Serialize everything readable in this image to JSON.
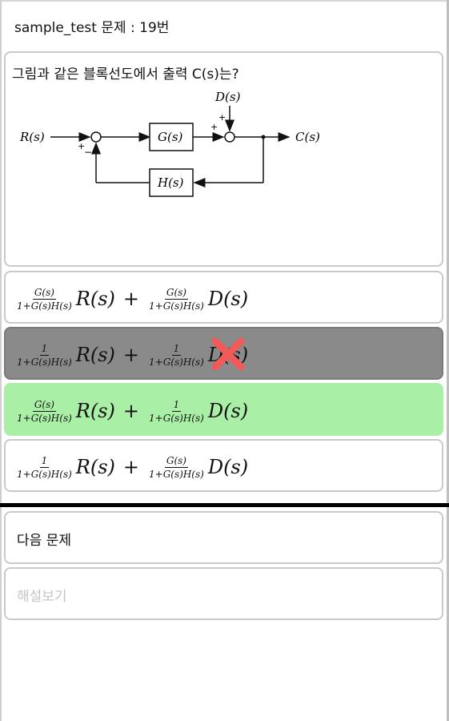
{
  "header": {
    "title": "sample_test 문제 : 19번"
  },
  "question": {
    "text": "그림과 같은 블록선도에서 출력 C(s)는?",
    "diagram": {
      "input_label": "R(s)",
      "output_label": "C(s)",
      "disturbance_label": "D(s)",
      "forward_block": "G(s)",
      "feedback_block": "H(s)",
      "sum1_plus": "+",
      "sum1_minus": "−",
      "sum2_plus_left": "+",
      "sum2_plus_top": "+"
    }
  },
  "options": [
    {
      "state": "normal",
      "term1": {
        "num": "G(s)",
        "den": "1+G(s)H(s)",
        "var": "R(s)"
      },
      "op": "+",
      "term2": {
        "num": "G(s)",
        "den": "1+G(s)H(s)",
        "var": "D(s)"
      }
    },
    {
      "state": "wrong",
      "term1": {
        "num": "1",
        "den": "1+G(s)H(s)",
        "var": "R(s)"
      },
      "op": "+",
      "term2": {
        "num": "1",
        "den": "1+G(s)H(s)",
        "var": "D(s)"
      }
    },
    {
      "state": "correct",
      "term1": {
        "num": "G(s)",
        "den": "1+G(s)H(s)",
        "var": "R(s)"
      },
      "op": "+",
      "term2": {
        "num": "1",
        "den": "1+G(s)H(s)",
        "var": "D(s)"
      }
    },
    {
      "state": "normal",
      "term1": {
        "num": "1",
        "den": "1+G(s)H(s)",
        "var": "R(s)"
      },
      "op": "+",
      "term2": {
        "num": "G(s)",
        "den": "1+G(s)H(s)",
        "var": "D(s)"
      }
    }
  ],
  "buttons": {
    "next": "다음 문제",
    "explain": "해설보기"
  },
  "colors": {
    "wrong_bg": "#8a8a8a",
    "correct_bg": "#a9f0a6",
    "wrong_mark": "#f25a5a"
  },
  "icons": {
    "wrong_mark": "close-x-icon"
  }
}
